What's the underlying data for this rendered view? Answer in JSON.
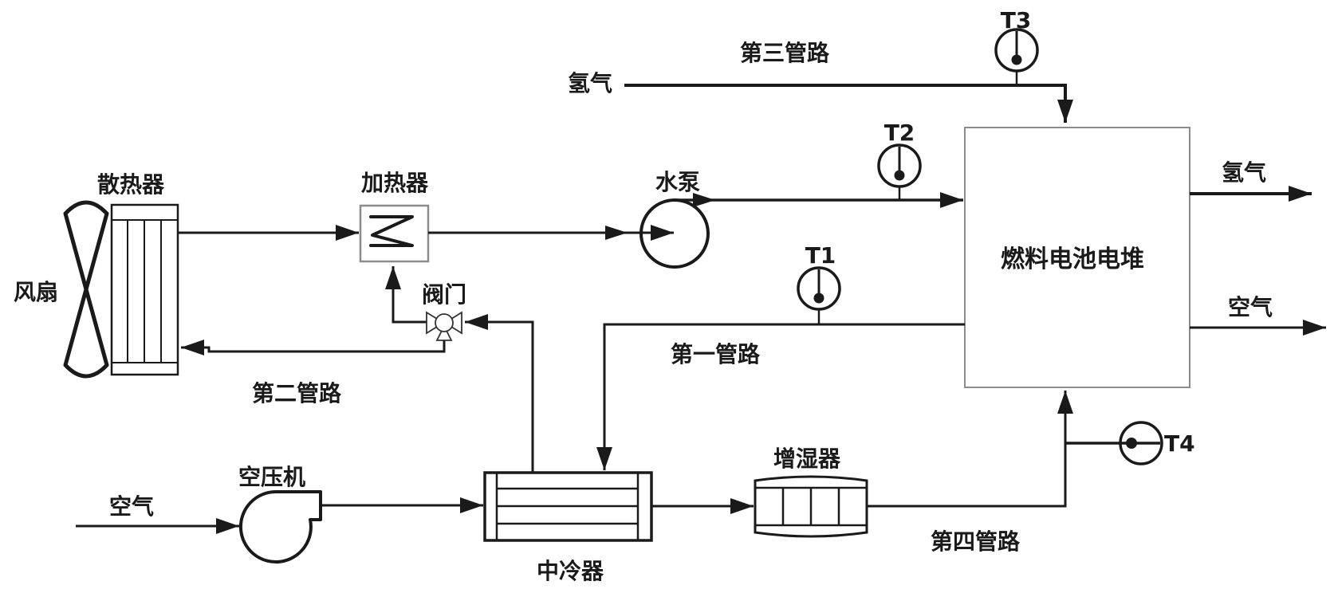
{
  "diagram": {
    "type": "process-flow-schematic",
    "subject": "fuel-cell thermal management system",
    "colors": {
      "background": "#ffffff",
      "line": "#1a1a1a",
      "box_border_gray": "#8c8c8c",
      "text": "#1a1a1a"
    },
    "components": {
      "fan": {
        "label": "风扇"
      },
      "radiator": {
        "label": "散热器"
      },
      "heater": {
        "label": "加热器"
      },
      "valve": {
        "label": "阀门"
      },
      "pump": {
        "label": "水泵"
      },
      "compressor": {
        "label": "空压机"
      },
      "intercooler": {
        "label": "中冷器"
      },
      "humidifier": {
        "label": "增湿器"
      },
      "stack": {
        "label": "燃料电池电堆"
      }
    },
    "sensors": [
      {
        "id": "T1"
      },
      {
        "id": "T2"
      },
      {
        "id": "T3"
      },
      {
        "id": "T4"
      }
    ],
    "streams": {
      "hydrogen_in": "氢气",
      "hydrogen_out": "氢气",
      "air_in": "空气",
      "air_out": "空气"
    },
    "pipelines": {
      "first": "第一管路",
      "second": "第二管路",
      "third": "第三管路",
      "fourth": "第四管路"
    }
  }
}
